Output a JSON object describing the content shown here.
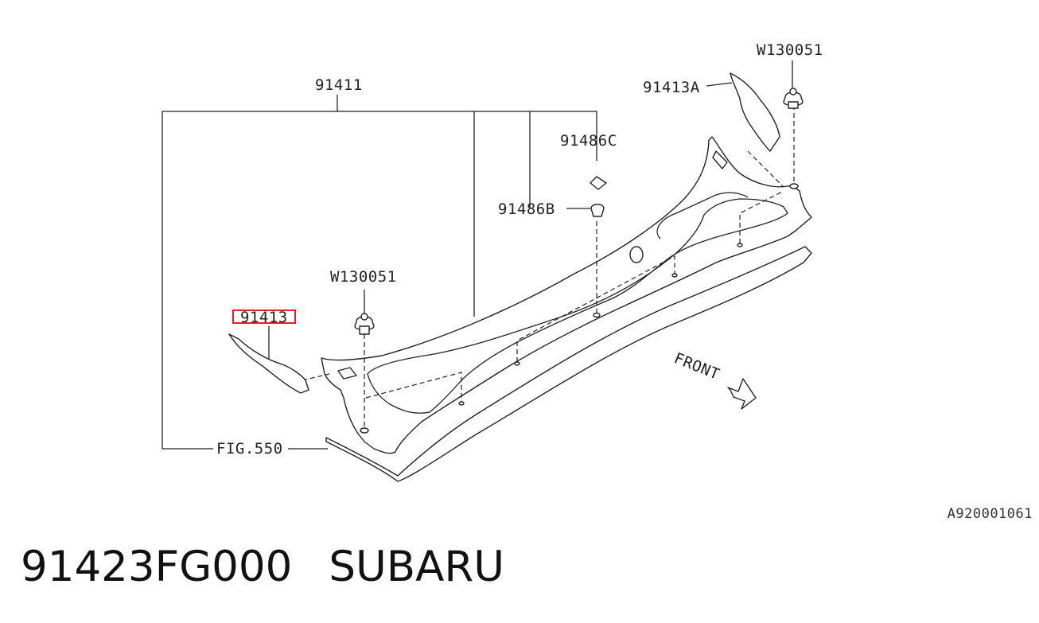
{
  "labels": {
    "group_part": "91411",
    "clip_right": "W130051",
    "seal_right": "91413A",
    "clip_c": "91486C",
    "clip_b": "91486B",
    "clip_left": "W130051",
    "seal_left": "91413",
    "fig_ref": "FIG.550",
    "front": "FRONT"
  },
  "highlight": {
    "target": "91413",
    "color": "#e0202a"
  },
  "illustration_code": "A920001061",
  "footer": {
    "part_number": "91423FG000",
    "brand": "SUBARU"
  }
}
